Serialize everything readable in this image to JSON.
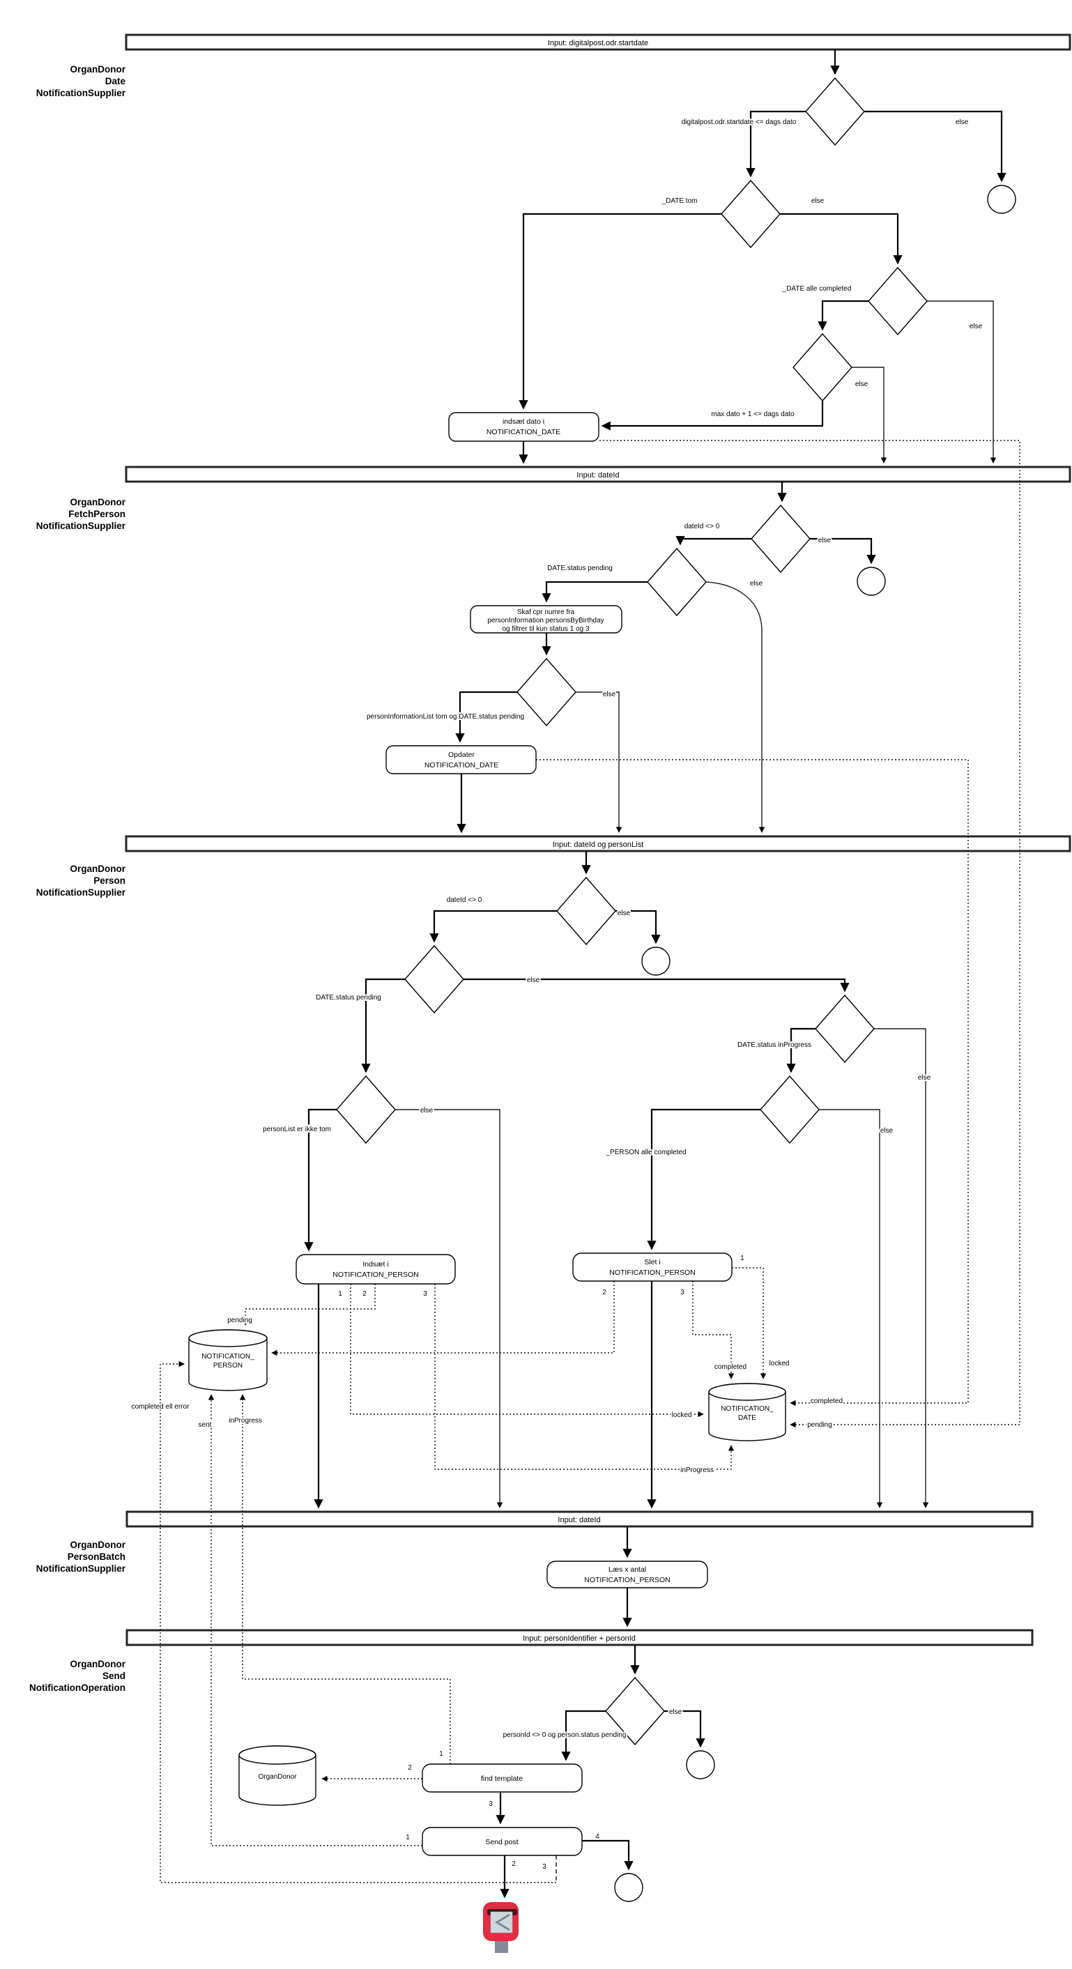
{
  "lanes": {
    "l1": {
      "bar": "Input: digitalpost.odr.startdate",
      "line1": "OrganDonor",
      "line2": "Date",
      "line3": "NotificationSupplier"
    },
    "l2": {
      "bar": "Input: dateId",
      "line1": "OrganDonor",
      "line2": "FetchPerson",
      "line3": "NotificationSupplier"
    },
    "l3": {
      "bar": "Input: dateId og personList",
      "line1": "OrganDonor",
      "line2": "Person",
      "line3": "NotificationSupplier"
    },
    "l4": {
      "bar": "Input: dateId",
      "line1": "OrganDonor",
      "line2": "PersonBatch",
      "line3": "NotificationSupplier"
    },
    "l5": {
      "bar": "Input: personIdentifier + personId",
      "line1": "OrganDonor",
      "line2": "Send",
      "line3": "NotificationOperation"
    }
  },
  "boxes": {
    "insert_date": {
      "l1": "indsæt dato i",
      "l2": "NOTIFICATION_DATE"
    },
    "fetch_cpr": {
      "l1": "Skaf cpr numre fra",
      "l2": "personInformation personsByBirthday",
      "l3": "og filtrer til kun status 1 og 3"
    },
    "update_date": {
      "l1": "Opdater",
      "l2": "NOTIFICATION_DATE"
    },
    "insert_person": {
      "l1": "Indsæt i",
      "l2": "NOTIFICATION_PERSON"
    },
    "delete_person": {
      "l1": "Slet i",
      "l2": "NOTIFICATION_PERSON"
    },
    "read_batch": {
      "l1": "Læs x antal",
      "l2": "NOTIFICATION_PERSON"
    },
    "find_template": {
      "l1": "find template"
    },
    "send_post": {
      "l1": "Send post"
    }
  },
  "stores": {
    "notification_person": {
      "l1": "NOTIFICATION_",
      "l2": "PERSON"
    },
    "notification_date": {
      "l1": "NOTIFICATION_",
      "l2": "DATE"
    },
    "organdonor": {
      "l1": "OrganDonor"
    }
  },
  "labels": {
    "else": "else",
    "e1": "digitalpost.odr.startdate <= dags dato",
    "e2": "_DATE tom",
    "e3": "_DATE alle completed",
    "e4": "max dato + 1 <= dags dato",
    "e5": "dateId <> 0",
    "e6": "DATE.status pending",
    "e7": "personInformationList tom og DATE.status pending",
    "e8": "dateId <> 0",
    "e9": "DATE.status pending",
    "e10": "DATE.status inProgress",
    "e11": "personList er ikke tom",
    "e12": "_PERSON alle completed",
    "e13": "personId <> 0 og person.status pending",
    "pending_person": "pending",
    "locked_date_left": "locked",
    "inprogress_date": "inProgress",
    "completed_date_top": "completed",
    "locked_date_top": "locked",
    "completed_date_right": "completed",
    "pending_date_right": "pending",
    "sent": "sent",
    "inprogress_person": "inProgress",
    "completed_err": "completed ell error"
  },
  "markers": {
    "m1": "1",
    "m2": "2",
    "m3": "3",
    "m4": "4"
  },
  "colors": {
    "postbox_red": "#dd2e44",
    "postbox_slot": "#4a1518",
    "envelope": "#cdd7dc",
    "pole": "#808b96",
    "line": "#000000"
  }
}
